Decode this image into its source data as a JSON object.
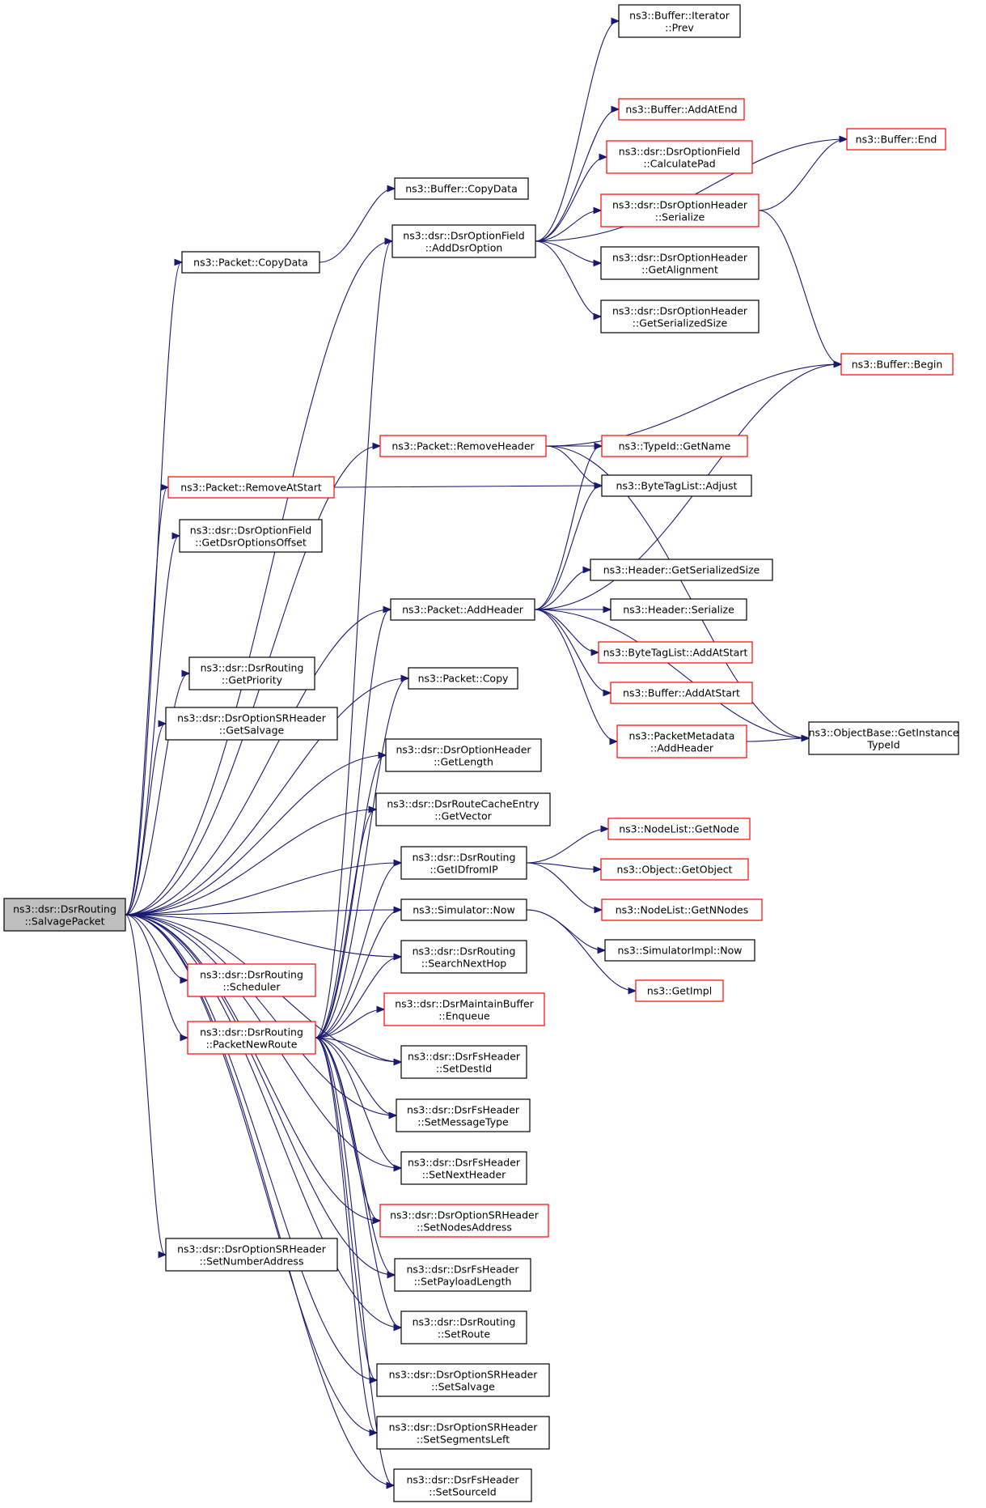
{
  "colors": {
    "edge": "#191970",
    "border_default": "#000000",
    "border_truncated": "#ff0000",
    "root_fill": "#bfbfbf",
    "node_fill": "#ffffff"
  },
  "nodes": [
    {
      "id": "salvage",
      "lines": [
        "ns3::dsr::DsrRouting",
        "::SalvagePacket"
      ],
      "style": "root"
    },
    {
      "id": "buf_prev",
      "lines": [
        "ns3::Buffer::Iterator",
        "::Prev"
      ],
      "style": "default"
    },
    {
      "id": "buf_addatend",
      "lines": [
        "ns3::Buffer::AddAtEnd"
      ],
      "style": "truncated"
    },
    {
      "id": "calcpad",
      "lines": [
        "ns3::dsr::DsrOptionField",
        "::CalculatePad"
      ],
      "style": "truncated"
    },
    {
      "id": "buf_end",
      "lines": [
        "ns3::Buffer::End"
      ],
      "style": "truncated"
    },
    {
      "id": "buf_copydata",
      "lines": [
        "ns3::Buffer::CopyData"
      ],
      "style": "default"
    },
    {
      "id": "opthdr_serialize",
      "lines": [
        "ns3::dsr::DsrOptionHeader",
        "::Serialize"
      ],
      "style": "truncated"
    },
    {
      "id": "adddsroption",
      "lines": [
        "ns3::dsr::DsrOptionField",
        "::AddDsrOption"
      ],
      "style": "default"
    },
    {
      "id": "pkt_copydata",
      "lines": [
        "ns3::Packet::CopyData"
      ],
      "style": "default"
    },
    {
      "id": "getalignment",
      "lines": [
        "ns3::dsr::DsrOptionHeader",
        "::GetAlignment"
      ],
      "style": "default"
    },
    {
      "id": "getserializedsize_opt",
      "lines": [
        "ns3::dsr::DsrOptionHeader",
        "::GetSerializedSize"
      ],
      "style": "default"
    },
    {
      "id": "buf_begin",
      "lines": [
        "ns3::Buffer::Begin"
      ],
      "style": "truncated"
    },
    {
      "id": "removeheader",
      "lines": [
        "ns3::Packet::RemoveHeader"
      ],
      "style": "truncated"
    },
    {
      "id": "typeid_getname",
      "lines": [
        "ns3::TypeId::GetName"
      ],
      "style": "truncated"
    },
    {
      "id": "removeatstart",
      "lines": [
        "ns3::Packet::RemoveAtStart"
      ],
      "style": "truncated"
    },
    {
      "id": "bytetag_adjust",
      "lines": [
        "ns3::ByteTagList::Adjust"
      ],
      "style": "default"
    },
    {
      "id": "getdsroptionsoffset",
      "lines": [
        "ns3::dsr::DsrOptionField",
        "::GetDsrOptionsOffset"
      ],
      "style": "default"
    },
    {
      "id": "hdr_getserializedsize",
      "lines": [
        "ns3::Header::GetSerializedSize"
      ],
      "style": "default"
    },
    {
      "id": "pkt_addheader",
      "lines": [
        "ns3::Packet::AddHeader"
      ],
      "style": "default"
    },
    {
      "id": "hdr_serialize",
      "lines": [
        "ns3::Header::Serialize"
      ],
      "style": "default"
    },
    {
      "id": "bytetag_addatstart",
      "lines": [
        "ns3::ByteTagList::AddAtStart"
      ],
      "style": "truncated"
    },
    {
      "id": "getpriority",
      "lines": [
        "ns3::dsr::DsrRouting",
        "::GetPriority"
      ],
      "style": "default"
    },
    {
      "id": "pkt_copy",
      "lines": [
        "ns3::Packet::Copy"
      ],
      "style": "default"
    },
    {
      "id": "buf_addatstart",
      "lines": [
        "ns3::Buffer::AddAtStart"
      ],
      "style": "truncated"
    },
    {
      "id": "getsalvage",
      "lines": [
        "ns3::dsr::DsrOptionSRHeader",
        "::GetSalvage"
      ],
      "style": "default"
    },
    {
      "id": "pm_addheader",
      "lines": [
        "ns3::PacketMetadata",
        "::AddHeader"
      ],
      "style": "truncated"
    },
    {
      "id": "objbase_gettypeid",
      "lines": [
        "ns3::ObjectBase::GetInstance",
        "TypeId"
      ],
      "style": "default"
    },
    {
      "id": "opthdr_getlength",
      "lines": [
        "ns3::dsr::DsrOptionHeader",
        "::GetLength"
      ],
      "style": "default"
    },
    {
      "id": "getvector",
      "lines": [
        "ns3::dsr::DsrRouteCacheEntry",
        "::GetVector"
      ],
      "style": "default"
    },
    {
      "id": "nodelist_getnode",
      "lines": [
        "ns3::NodeList::GetNode"
      ],
      "style": "truncated"
    },
    {
      "id": "getidfromip",
      "lines": [
        "ns3::dsr::DsrRouting",
        "::GetIDfromIP"
      ],
      "style": "default"
    },
    {
      "id": "object_getobject",
      "lines": [
        "ns3::Object::GetObject"
      ],
      "style": "truncated"
    },
    {
      "id": "nodelist_getnnodes",
      "lines": [
        "ns3::NodeList::GetNNodes"
      ],
      "style": "truncated"
    },
    {
      "id": "sim_now",
      "lines": [
        "ns3::Simulator::Now"
      ],
      "style": "default"
    },
    {
      "id": "simimpl_now",
      "lines": [
        "ns3::SimulatorImpl::Now"
      ],
      "style": "default"
    },
    {
      "id": "searchnexthop",
      "lines": [
        "ns3::dsr::DsrRouting",
        "::SearchNextHop"
      ],
      "style": "default"
    },
    {
      "id": "scheduler",
      "lines": [
        "ns3::dsr::DsrRouting",
        "::Scheduler"
      ],
      "style": "truncated"
    },
    {
      "id": "getimpl",
      "lines": [
        "ns3::GetImpl"
      ],
      "style": "truncated"
    },
    {
      "id": "enqueue",
      "lines": [
        "ns3::dsr::DsrMaintainBuffer",
        "::Enqueue"
      ],
      "style": "truncated"
    },
    {
      "id": "packetnewroute",
      "lines": [
        "ns3::dsr::DsrRouting",
        "::PacketNewRoute"
      ],
      "style": "truncated"
    },
    {
      "id": "setdestid",
      "lines": [
        "ns3::dsr::DsrFsHeader",
        "::SetDestId"
      ],
      "style": "default"
    },
    {
      "id": "setmessagetype",
      "lines": [
        "ns3::dsr::DsrFsHeader",
        "::SetMessageType"
      ],
      "style": "default"
    },
    {
      "id": "setnextheader",
      "lines": [
        "ns3::dsr::DsrFsHeader",
        "::SetNextHeader"
      ],
      "style": "default"
    },
    {
      "id": "setnodesaddress",
      "lines": [
        "ns3::dsr::DsrOptionSRHeader",
        "::SetNodesAddress"
      ],
      "style": "truncated"
    },
    {
      "id": "setnumberaddress",
      "lines": [
        "ns3::dsr::DsrOptionSRHeader",
        "::SetNumberAddress"
      ],
      "style": "default"
    },
    {
      "id": "setpayloadlength",
      "lines": [
        "ns3::dsr::DsrFsHeader",
        "::SetPayloadLength"
      ],
      "style": "default"
    },
    {
      "id": "setroute",
      "lines": [
        "ns3::dsr::DsrRouting",
        "::SetRoute"
      ],
      "style": "default"
    },
    {
      "id": "setsalvage",
      "lines": [
        "ns3::dsr::DsrOptionSRHeader",
        "::SetSalvage"
      ],
      "style": "default"
    },
    {
      "id": "setsegmentsleft",
      "lines": [
        "ns3::dsr::DsrOptionSRHeader",
        "::SetSegmentsLeft"
      ],
      "style": "default"
    },
    {
      "id": "setsourceid",
      "lines": [
        "ns3::dsr::DsrFsHeader",
        "::SetSourceId"
      ],
      "style": "default"
    }
  ],
  "edges": [
    [
      "salvage",
      "pkt_copydata"
    ],
    [
      "salvage",
      "adddsroption"
    ],
    [
      "salvage",
      "removeheader"
    ],
    [
      "salvage",
      "removeatstart"
    ],
    [
      "salvage",
      "getdsroptionsoffset"
    ],
    [
      "salvage",
      "pkt_addheader"
    ],
    [
      "salvage",
      "pkt_copy"
    ],
    [
      "salvage",
      "getpriority"
    ],
    [
      "salvage",
      "getsalvage"
    ],
    [
      "salvage",
      "opthdr_getlength"
    ],
    [
      "salvage",
      "getvector"
    ],
    [
      "salvage",
      "getidfromip"
    ],
    [
      "salvage",
      "sim_now"
    ],
    [
      "salvage",
      "searchnexthop"
    ],
    [
      "salvage",
      "scheduler"
    ],
    [
      "salvage",
      "packetnewroute"
    ],
    [
      "salvage",
      "setdestid"
    ],
    [
      "salvage",
      "setmessagetype"
    ],
    [
      "salvage",
      "setnextheader"
    ],
    [
      "salvage",
      "setnodesaddress"
    ],
    [
      "salvage",
      "setnumberaddress"
    ],
    [
      "salvage",
      "setpayloadlength"
    ],
    [
      "salvage",
      "setroute"
    ],
    [
      "salvage",
      "setsalvage"
    ],
    [
      "salvage",
      "setsegmentsleft"
    ],
    [
      "salvage",
      "setsourceid"
    ],
    [
      "pkt_copydata",
      "buf_copydata"
    ],
    [
      "adddsroption",
      "buf_prev"
    ],
    [
      "adddsroption",
      "buf_end"
    ],
    [
      "adddsroption",
      "buf_addatend"
    ],
    [
      "adddsroption",
      "calcpad"
    ],
    [
      "adddsroption",
      "opthdr_serialize"
    ],
    [
      "adddsroption",
      "getalignment"
    ],
    [
      "adddsroption",
      "getserializedsize_opt"
    ],
    [
      "opthdr_serialize",
      "buf_end"
    ],
    [
      "opthdr_serialize",
      "buf_begin"
    ],
    [
      "removeheader",
      "buf_begin"
    ],
    [
      "removeheader",
      "typeid_getname"
    ],
    [
      "removeheader",
      "bytetag_adjust"
    ],
    [
      "removeheader",
      "objbase_gettypeid"
    ],
    [
      "removeatstart",
      "bytetag_adjust"
    ],
    [
      "pkt_addheader",
      "typeid_getname"
    ],
    [
      "pkt_addheader",
      "bytetag_adjust"
    ],
    [
      "pkt_addheader",
      "buf_begin"
    ],
    [
      "pkt_addheader",
      "hdr_getserializedsize"
    ],
    [
      "pkt_addheader",
      "hdr_serialize"
    ],
    [
      "pkt_addheader",
      "bytetag_addatstart"
    ],
    [
      "pkt_addheader",
      "buf_addatstart"
    ],
    [
      "pkt_addheader",
      "pm_addheader"
    ],
    [
      "pkt_addheader",
      "objbase_gettypeid"
    ],
    [
      "pm_addheader",
      "objbase_gettypeid"
    ],
    [
      "getidfromip",
      "nodelist_getnode"
    ],
    [
      "getidfromip",
      "object_getobject"
    ],
    [
      "getidfromip",
      "nodelist_getnnodes"
    ],
    [
      "sim_now",
      "simimpl_now"
    ],
    [
      "sim_now",
      "getimpl"
    ],
    [
      "packetnewroute",
      "adddsroption"
    ],
    [
      "packetnewroute",
      "pkt_addheader"
    ],
    [
      "packetnewroute",
      "pkt_copy"
    ],
    [
      "packetnewroute",
      "opthdr_getlength"
    ],
    [
      "packetnewroute",
      "getvector"
    ],
    [
      "packetnewroute",
      "getidfromip"
    ],
    [
      "packetnewroute",
      "sim_now"
    ],
    [
      "packetnewroute",
      "searchnexthop"
    ],
    [
      "packetnewroute",
      "enqueue"
    ],
    [
      "packetnewroute",
      "setdestid"
    ],
    [
      "packetnewroute",
      "setmessagetype"
    ],
    [
      "packetnewroute",
      "setnextheader"
    ],
    [
      "packetnewroute",
      "setnodesaddress"
    ],
    [
      "packetnewroute",
      "setpayloadlength"
    ],
    [
      "packetnewroute",
      "setroute"
    ],
    [
      "packetnewroute",
      "setsalvage"
    ],
    [
      "packetnewroute",
      "setsegmentsleft"
    ],
    [
      "packetnewroute",
      "setsourceid"
    ]
  ]
}
